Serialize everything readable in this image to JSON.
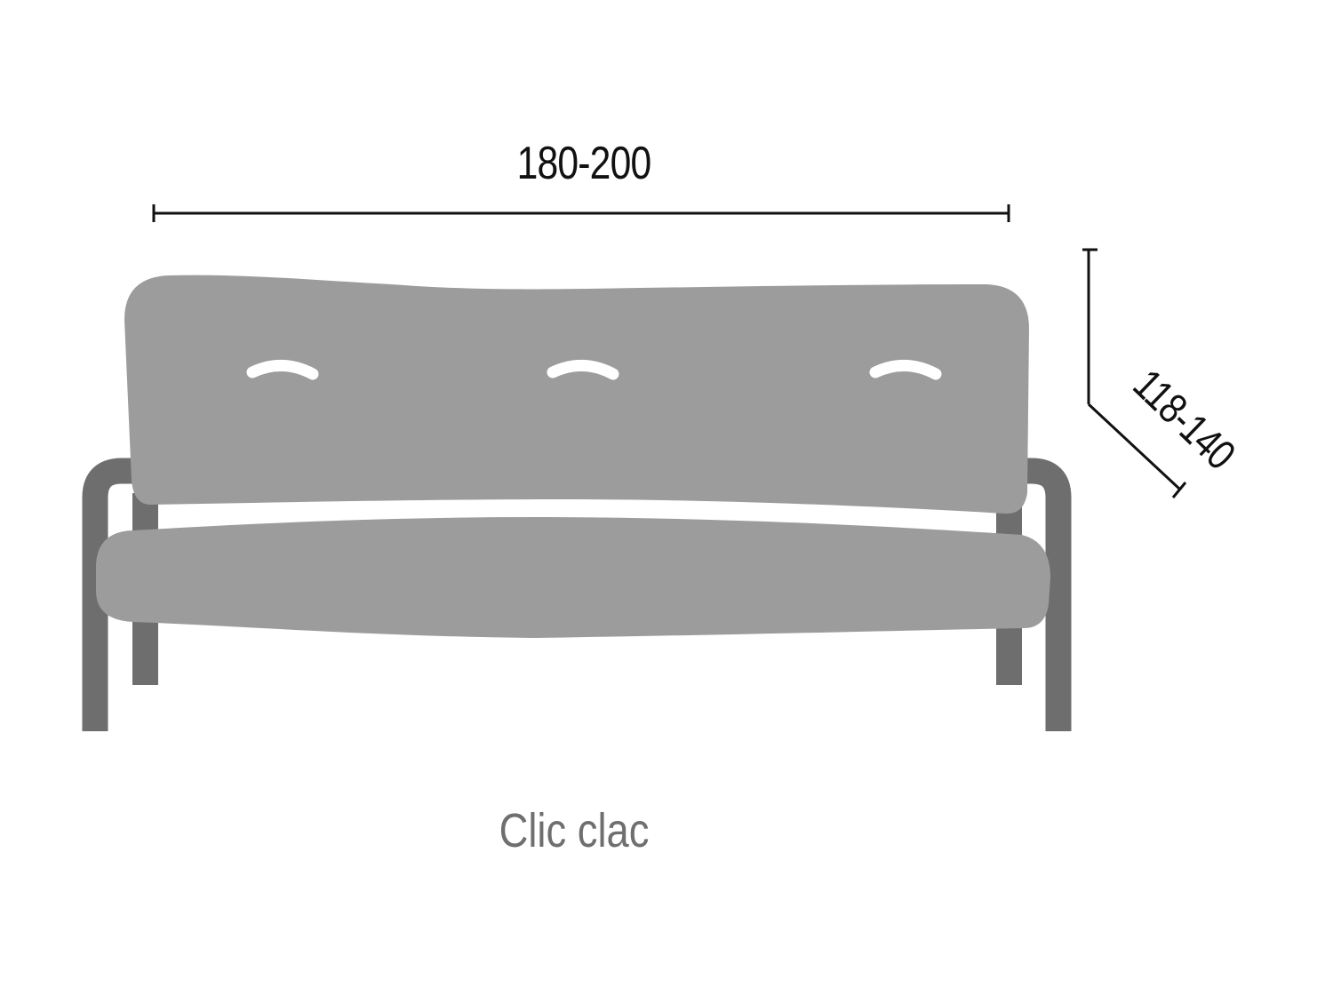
{
  "dimensions": {
    "width_label": "180-200",
    "depth_label": "118-140"
  },
  "caption": "Clic clac",
  "colors": {
    "cushion": "#9c9c9c",
    "frame": "#6e6e6e",
    "dimension_line": "#111111",
    "caption_text": "#6f6f6f",
    "background": "#ffffff"
  },
  "sofa": {
    "type": "clic-clac sofa",
    "back_buttons": 3
  }
}
